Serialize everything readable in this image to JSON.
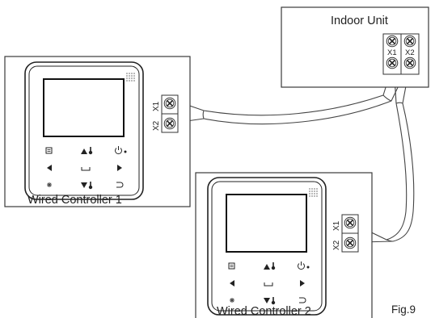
{
  "indoor_unit": {
    "label": "Indoor Unit",
    "terminal_labels": [
      "X1",
      "X2"
    ]
  },
  "controller_1": {
    "label": "Wired Controller 1",
    "terminal_labels": [
      "X1",
      "X2"
    ]
  },
  "controller_2": {
    "label": "Wired Controller 2",
    "terminal_labels": [
      "X1",
      "X2"
    ]
  },
  "figure": {
    "label": "Fig.9"
  }
}
